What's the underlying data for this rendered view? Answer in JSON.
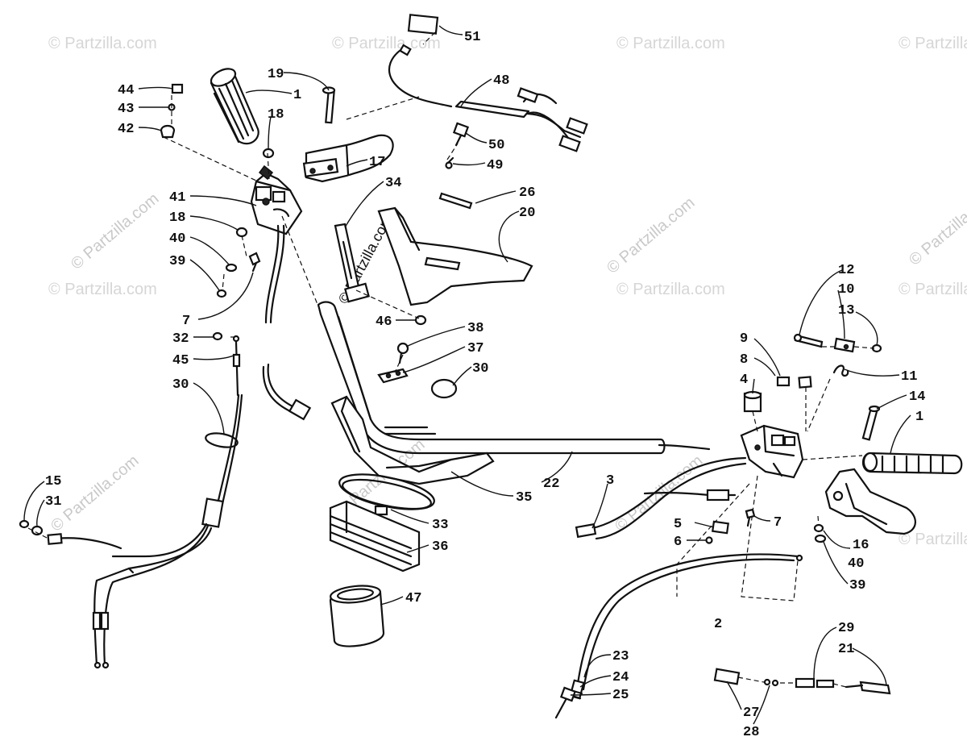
{
  "watermark": {
    "text": "© Partzilla.com",
    "color": "#d0d0d0"
  },
  "callouts": [
    {
      "id": "c-51a",
      "label": "51"
    },
    {
      "id": "c-48",
      "label": "48"
    },
    {
      "id": "c-50",
      "label": "50"
    },
    {
      "id": "c-49",
      "label": "49"
    },
    {
      "id": "c-19",
      "label": "19"
    },
    {
      "id": "c-1a",
      "label": "1"
    },
    {
      "id": "c-18a",
      "label": "18"
    },
    {
      "id": "c-17",
      "label": "17"
    },
    {
      "id": "c-34",
      "label": "34"
    },
    {
      "id": "c-44",
      "label": "44"
    },
    {
      "id": "c-43",
      "label": "43"
    },
    {
      "id": "c-42",
      "label": "42"
    },
    {
      "id": "c-41",
      "label": "41"
    },
    {
      "id": "c-18b",
      "label": "18"
    },
    {
      "id": "c-40a",
      "label": "40"
    },
    {
      "id": "c-39a",
      "label": "39"
    },
    {
      "id": "c-7a",
      "label": "7"
    },
    {
      "id": "c-32",
      "label": "32"
    },
    {
      "id": "c-45",
      "label": "45"
    },
    {
      "id": "c-30a",
      "label": "30"
    },
    {
      "id": "c-26",
      "label": "26"
    },
    {
      "id": "c-20",
      "label": "20"
    },
    {
      "id": "c-46",
      "label": "46"
    },
    {
      "id": "c-38",
      "label": "38"
    },
    {
      "id": "c-37",
      "label": "37"
    },
    {
      "id": "c-30b",
      "label": "30"
    },
    {
      "id": "c-22",
      "label": "22"
    },
    {
      "id": "c-35",
      "label": "35"
    },
    {
      "id": "c-33",
      "label": "33"
    },
    {
      "id": "c-36",
      "label": "36"
    },
    {
      "id": "c-47",
      "label": "47"
    },
    {
      "id": "c-15",
      "label": "15"
    },
    {
      "id": "c-31",
      "label": "31"
    },
    {
      "id": "c-12",
      "label": "12"
    },
    {
      "id": "c-10",
      "label": "10"
    },
    {
      "id": "c-13",
      "label": "13"
    },
    {
      "id": "c-9",
      "label": "9"
    },
    {
      "id": "c-8",
      "label": "8"
    },
    {
      "id": "c-4",
      "label": "4"
    },
    {
      "id": "c-11",
      "label": "11"
    },
    {
      "id": "c-14",
      "label": "14"
    },
    {
      "id": "c-1b",
      "label": "1"
    },
    {
      "id": "c-3",
      "label": "3"
    },
    {
      "id": "c-5",
      "label": "5"
    },
    {
      "id": "c-6",
      "label": "6"
    },
    {
      "id": "c-7b",
      "label": "7"
    },
    {
      "id": "c-16",
      "label": "16"
    },
    {
      "id": "c-40b",
      "label": "40"
    },
    {
      "id": "c-39b",
      "label": "39"
    },
    {
      "id": "c-2",
      "label": "2"
    },
    {
      "id": "c-23",
      "label": "23"
    },
    {
      "id": "c-24",
      "label": "24"
    },
    {
      "id": "c-25",
      "label": "25"
    },
    {
      "id": "c-29",
      "label": "29"
    },
    {
      "id": "c-21",
      "label": "21"
    },
    {
      "id": "c-27",
      "label": "27"
    },
    {
      "id": "c-28",
      "label": "28"
    }
  ]
}
